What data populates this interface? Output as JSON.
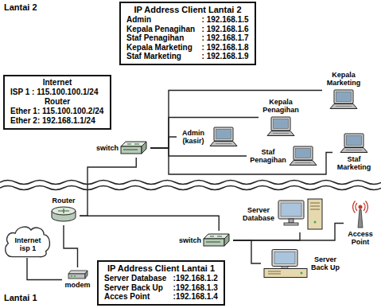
{
  "diagram": {
    "nodes": [
      {
        "text": [
          "IP Address Client Lantai 2",
          "Admin",
          ": 192.168.1.5",
          "Kepala Penagihan",
          ": 192.168.1.6",
          "Staf Penagihan",
          ": 192.168.1.7",
          "Kepala Marketing",
          ": 192.168.1.8",
          "Staf Marketing",
          ": 192.168.1.9"
        ]
      },
      {
        "text": [
          "Internet",
          "ISP 1 : 115.100.100.1/24",
          "Router",
          "Ether 1: 115.100.100.2/24",
          "Ether 2: 192.168.1.1/24"
        ]
      },
      {
        "text": [
          "Kepala Marketing"
        ]
      },
      {
        "text": [
          "Kepala Penagihan"
        ]
      },
      {
        "text": [
          "Admin (kasir)"
        ]
      },
      {
        "text": [
          "switch"
        ]
      },
      {
        "text": [
          "Staf Penagihan"
        ]
      },
      {
        "text": [
          "Staf Marketing"
        ]
      },
      {
        "text": [
          "Router"
        ]
      },
      {
        "text": [
          "Server Database"
        ]
      },
      {
        "text": [
          "Access Point"
        ]
      },
      {
        "text": [
          "Internet isp 1"
        ]
      },
      {
        "text": [
          "switch"
        ]
      },
      {
        "text": [
          "Server Back Up"
        ]
      },
      {
        "text": [
          "modem"
        ]
      },
      {
        "text": [
          "IP Address Client Lantai 1",
          "Server Database",
          ":192.168.1.2",
          "Server Back Up",
          ":192.168.1.3",
          "Acces Point",
          ":192.168.1.4"
        ]
      }
    ],
    "edges": [
      {
        "from": 11,
        "to": 14,
        "arrow": "none"
      },
      {
        "from": 14,
        "to": 8,
        "arrow": "none"
      },
      {
        "from": 8,
        "to": 5,
        "arrow": "none"
      },
      {
        "from": 8,
        "to": 12,
        "arrow": "none"
      },
      {
        "from": 5,
        "to": 4,
        "arrow": "none"
      },
      {
        "from": 5,
        "to": 3,
        "arrow": "none"
      },
      {
        "from": 5,
        "to": 2,
        "arrow": "none"
      },
      {
        "from": 5,
        "to": 6,
        "arrow": "none"
      },
      {
        "from": 5,
        "to": 7,
        "arrow": "none"
      },
      {
        "from": 12,
        "to": 9,
        "arrow": "none"
      },
      {
        "from": 12,
        "to": 10,
        "arrow": "none"
      },
      {
        "from": 12,
        "to": 13,
        "arrow": "none"
      }
    ],
    "labels": [
      "Lantai 2",
      "Lantai 1"
    ]
  }
}
